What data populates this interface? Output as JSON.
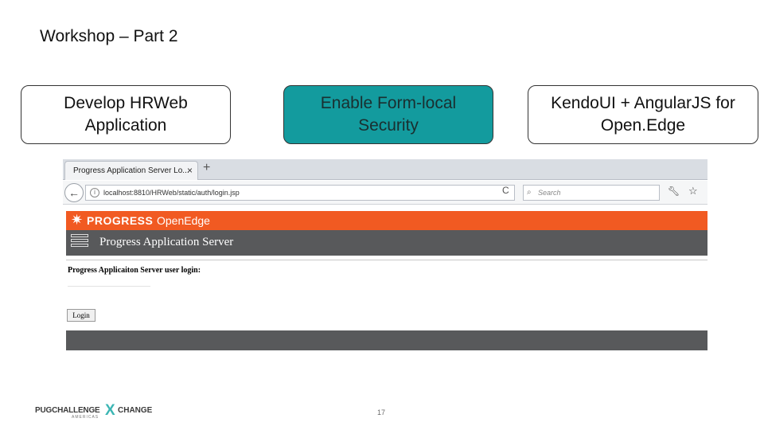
{
  "slide": {
    "title": "Workshop – Part 2",
    "page_number": "17"
  },
  "steps": [
    {
      "label": "Develop HRWeb Application",
      "active": false
    },
    {
      "label": "Enable Form-local Security",
      "active": true
    },
    {
      "label": "KendoUI + AngularJS for Open.Edge",
      "active": false
    }
  ],
  "browser": {
    "tab_title": "Progress Application Server Lo...",
    "tab_close": "×",
    "new_tab": "+",
    "back": "←",
    "url": "localhost:8810/HRWeb/static/auth/login.jsp",
    "reload": "C",
    "search_placeholder": "Search",
    "icons": [
      "back-arrow-icon",
      "info-icon",
      "reload-icon",
      "search-icon",
      "wrench-icon",
      "star-icon",
      "close-icon"
    ]
  },
  "page": {
    "brand_progress": "PROGRESS",
    "brand_openedge": "OpenEdge",
    "server_name": "Progress Application Server",
    "login_label": "Progress Applicaiton Server user login:",
    "login_button": "Login"
  },
  "logo": {
    "left": "PUGCHALLENGE",
    "x": "X",
    "right": "CHANGE",
    "sub": "AMERICAS"
  },
  "colors": {
    "active_step": "#139b9e",
    "brand_orange": "#f15a22",
    "server_bar": "#58595b"
  }
}
